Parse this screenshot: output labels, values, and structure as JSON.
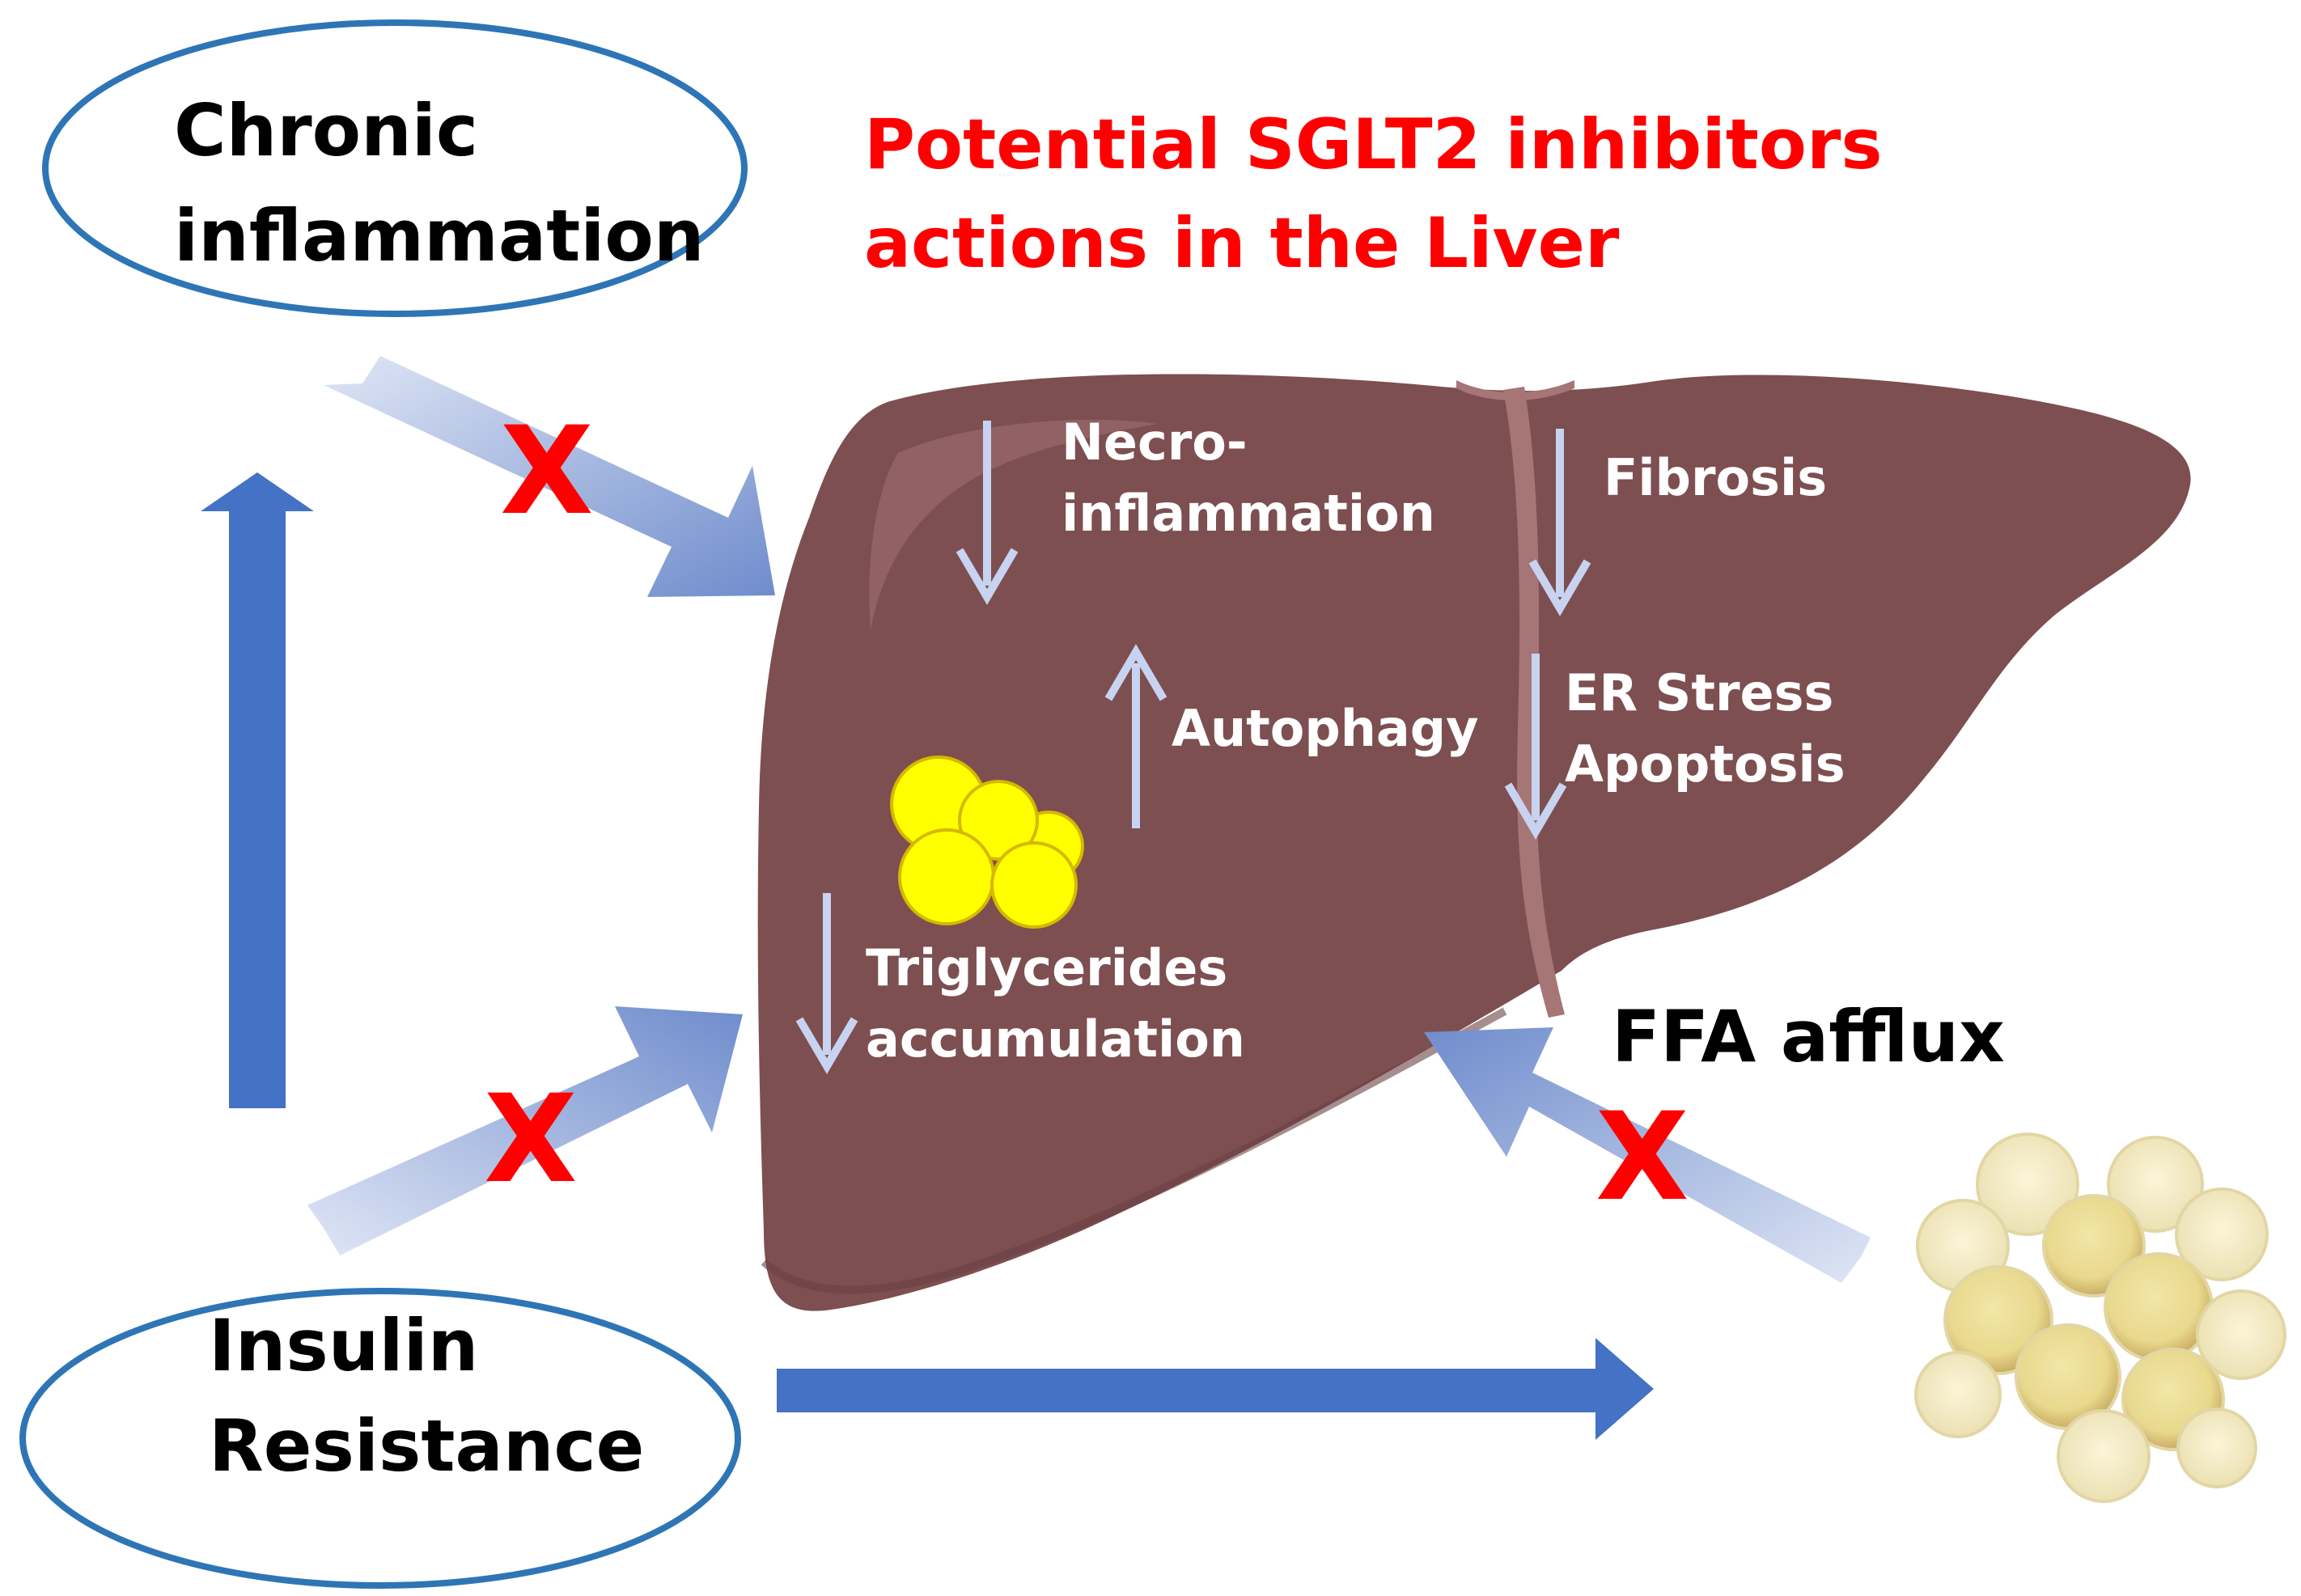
{
  "title": {
    "line1": "Potential SGLT2 inhibitors",
    "line2": "actions in the Liver"
  },
  "nodes": {
    "chronic_inflammation": {
      "line1": "Chronic",
      "line2": "inflammation"
    },
    "insulin_resistance": {
      "line1": "Insulin",
      "line2": "Resistance"
    },
    "ffa_afflux": "FFA afflux"
  },
  "liver_effects": {
    "necroinflammation": {
      "line1": "Necro-",
      "line2": "inflammation",
      "direction": "down"
    },
    "fibrosis": {
      "label": "Fibrosis",
      "direction": "down"
    },
    "autophagy": {
      "label": "Autophagy",
      "direction": "up"
    },
    "er_stress_apoptosis": {
      "line1": "ER Stress",
      "line2": "Apoptosis",
      "direction": "down"
    },
    "triglycerides": {
      "line1": "Triglycerides",
      "line2": "accumulation",
      "direction": "down"
    }
  },
  "block_mark": "X",
  "colors": {
    "title": "#ff0000",
    "ellipse_stroke": "#2e75b6",
    "flow_arrow": "#4472c4",
    "liver": "#7d4f50",
    "fat_droplet": "#ffff00",
    "block_mark": "#ff0000"
  }
}
